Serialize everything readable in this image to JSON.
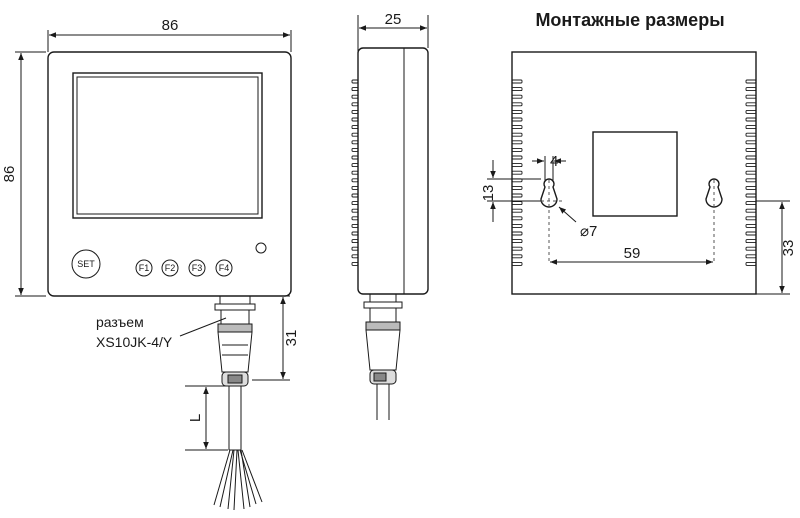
{
  "title": "Монтажные размеры",
  "front_view": {
    "width_dim": "86",
    "height_dim": "86",
    "buttons": {
      "set": "SET",
      "f1": "F1",
      "f2": "F2",
      "f3": "F3",
      "f4": "F4"
    },
    "connector_label_line1": "разъем",
    "connector_label_line2": "XS10JK-4/Y",
    "connector_dim": "31",
    "cable_dim": "L"
  },
  "side_view": {
    "depth_dim": "25"
  },
  "mounting": {
    "hole_spacing": "59",
    "hole_offset_top": "13",
    "slot_width": "4",
    "hole_diameter": "⌀7",
    "hole_height": "33"
  }
}
